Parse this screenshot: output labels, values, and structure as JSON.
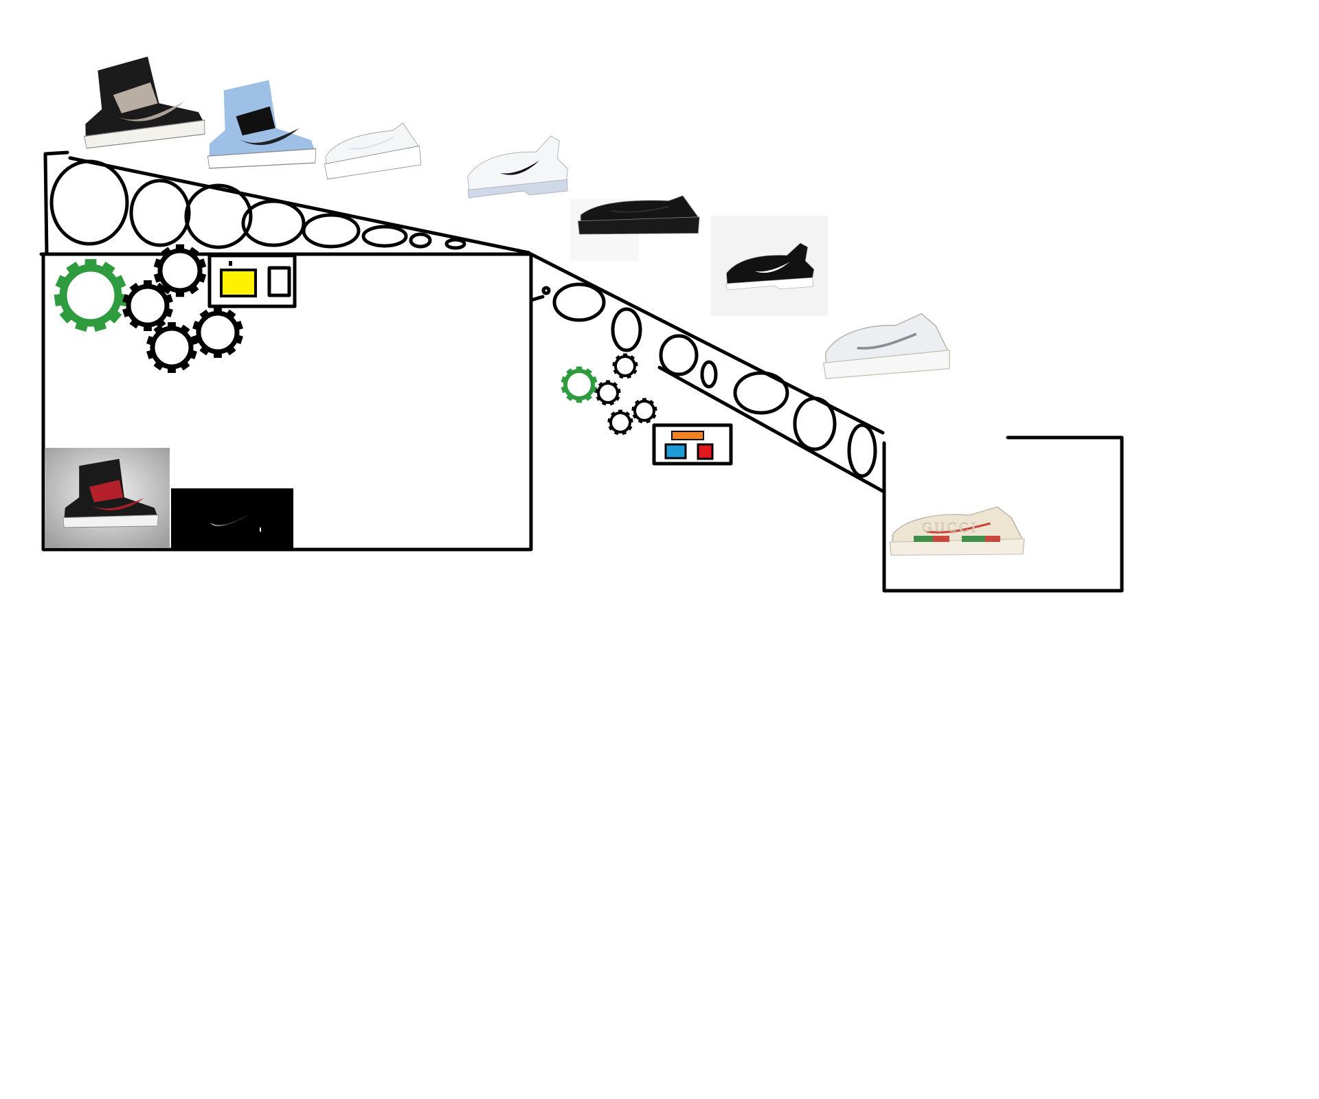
{
  "colors": {
    "ink": "#000000",
    "gear_green": "#2e9b3e",
    "panel_yellow": "#fff200",
    "panel_orange": "#f58220",
    "panel_blue": "#1e9ad6",
    "panel_red": "#e3181f",
    "background": "#ffffff"
  },
  "sneakers": [
    {
      "name": "jordan-1-shadow-sneaker",
      "kind": "high-top",
      "upper": "#1b1b1b",
      "accent": "#b9aea2",
      "sole": "#f3f1ec"
    },
    {
      "name": "jordan-1-hyper-royal-sneaker",
      "kind": "high-top",
      "upper": "#9fc0e6",
      "accent": "#111111",
      "sole": "#ffffff"
    },
    {
      "name": "white-court-sneaker",
      "kind": "low",
      "upper": "#f4f6f8",
      "accent": "#e1e5ea",
      "sole": "#ffffff"
    },
    {
      "name": "air-max-270-white-sneaker",
      "kind": "runner",
      "upper": "#f5f6f8",
      "accent": "#111111",
      "sole": "#cfd8e6"
    },
    {
      "name": "black-air-max-sneaker",
      "kind": "low",
      "upper": "#151515",
      "accent": "#2c2c2c",
      "sole": "#1a1a1a"
    },
    {
      "name": "air-max-270-black-sneaker",
      "kind": "runner",
      "upper": "#121212",
      "accent": "#ffffff",
      "sole": "#ffffff"
    },
    {
      "name": "air-heights-white-sneaker",
      "kind": "chunky",
      "upper": "#eceff2",
      "accent": "#8a8f96",
      "sole": "#f7f7f7"
    },
    {
      "name": "jordan-1-gym-red-sneaker",
      "kind": "high-top",
      "upper": "#1a1a1a",
      "accent": "#b3202c",
      "sole": "#f2f2f2"
    },
    {
      "name": "gucci-rhyton-sneaker",
      "kind": "chunky",
      "upper": "#ede4d1",
      "accent": "#c9473d",
      "sole": "#f4eee0"
    }
  ],
  "logo_panel": {
    "swoosh_icon": "swoosh-icon",
    "background": "#000000"
  },
  "gucci_logo_text": "GUCCI"
}
